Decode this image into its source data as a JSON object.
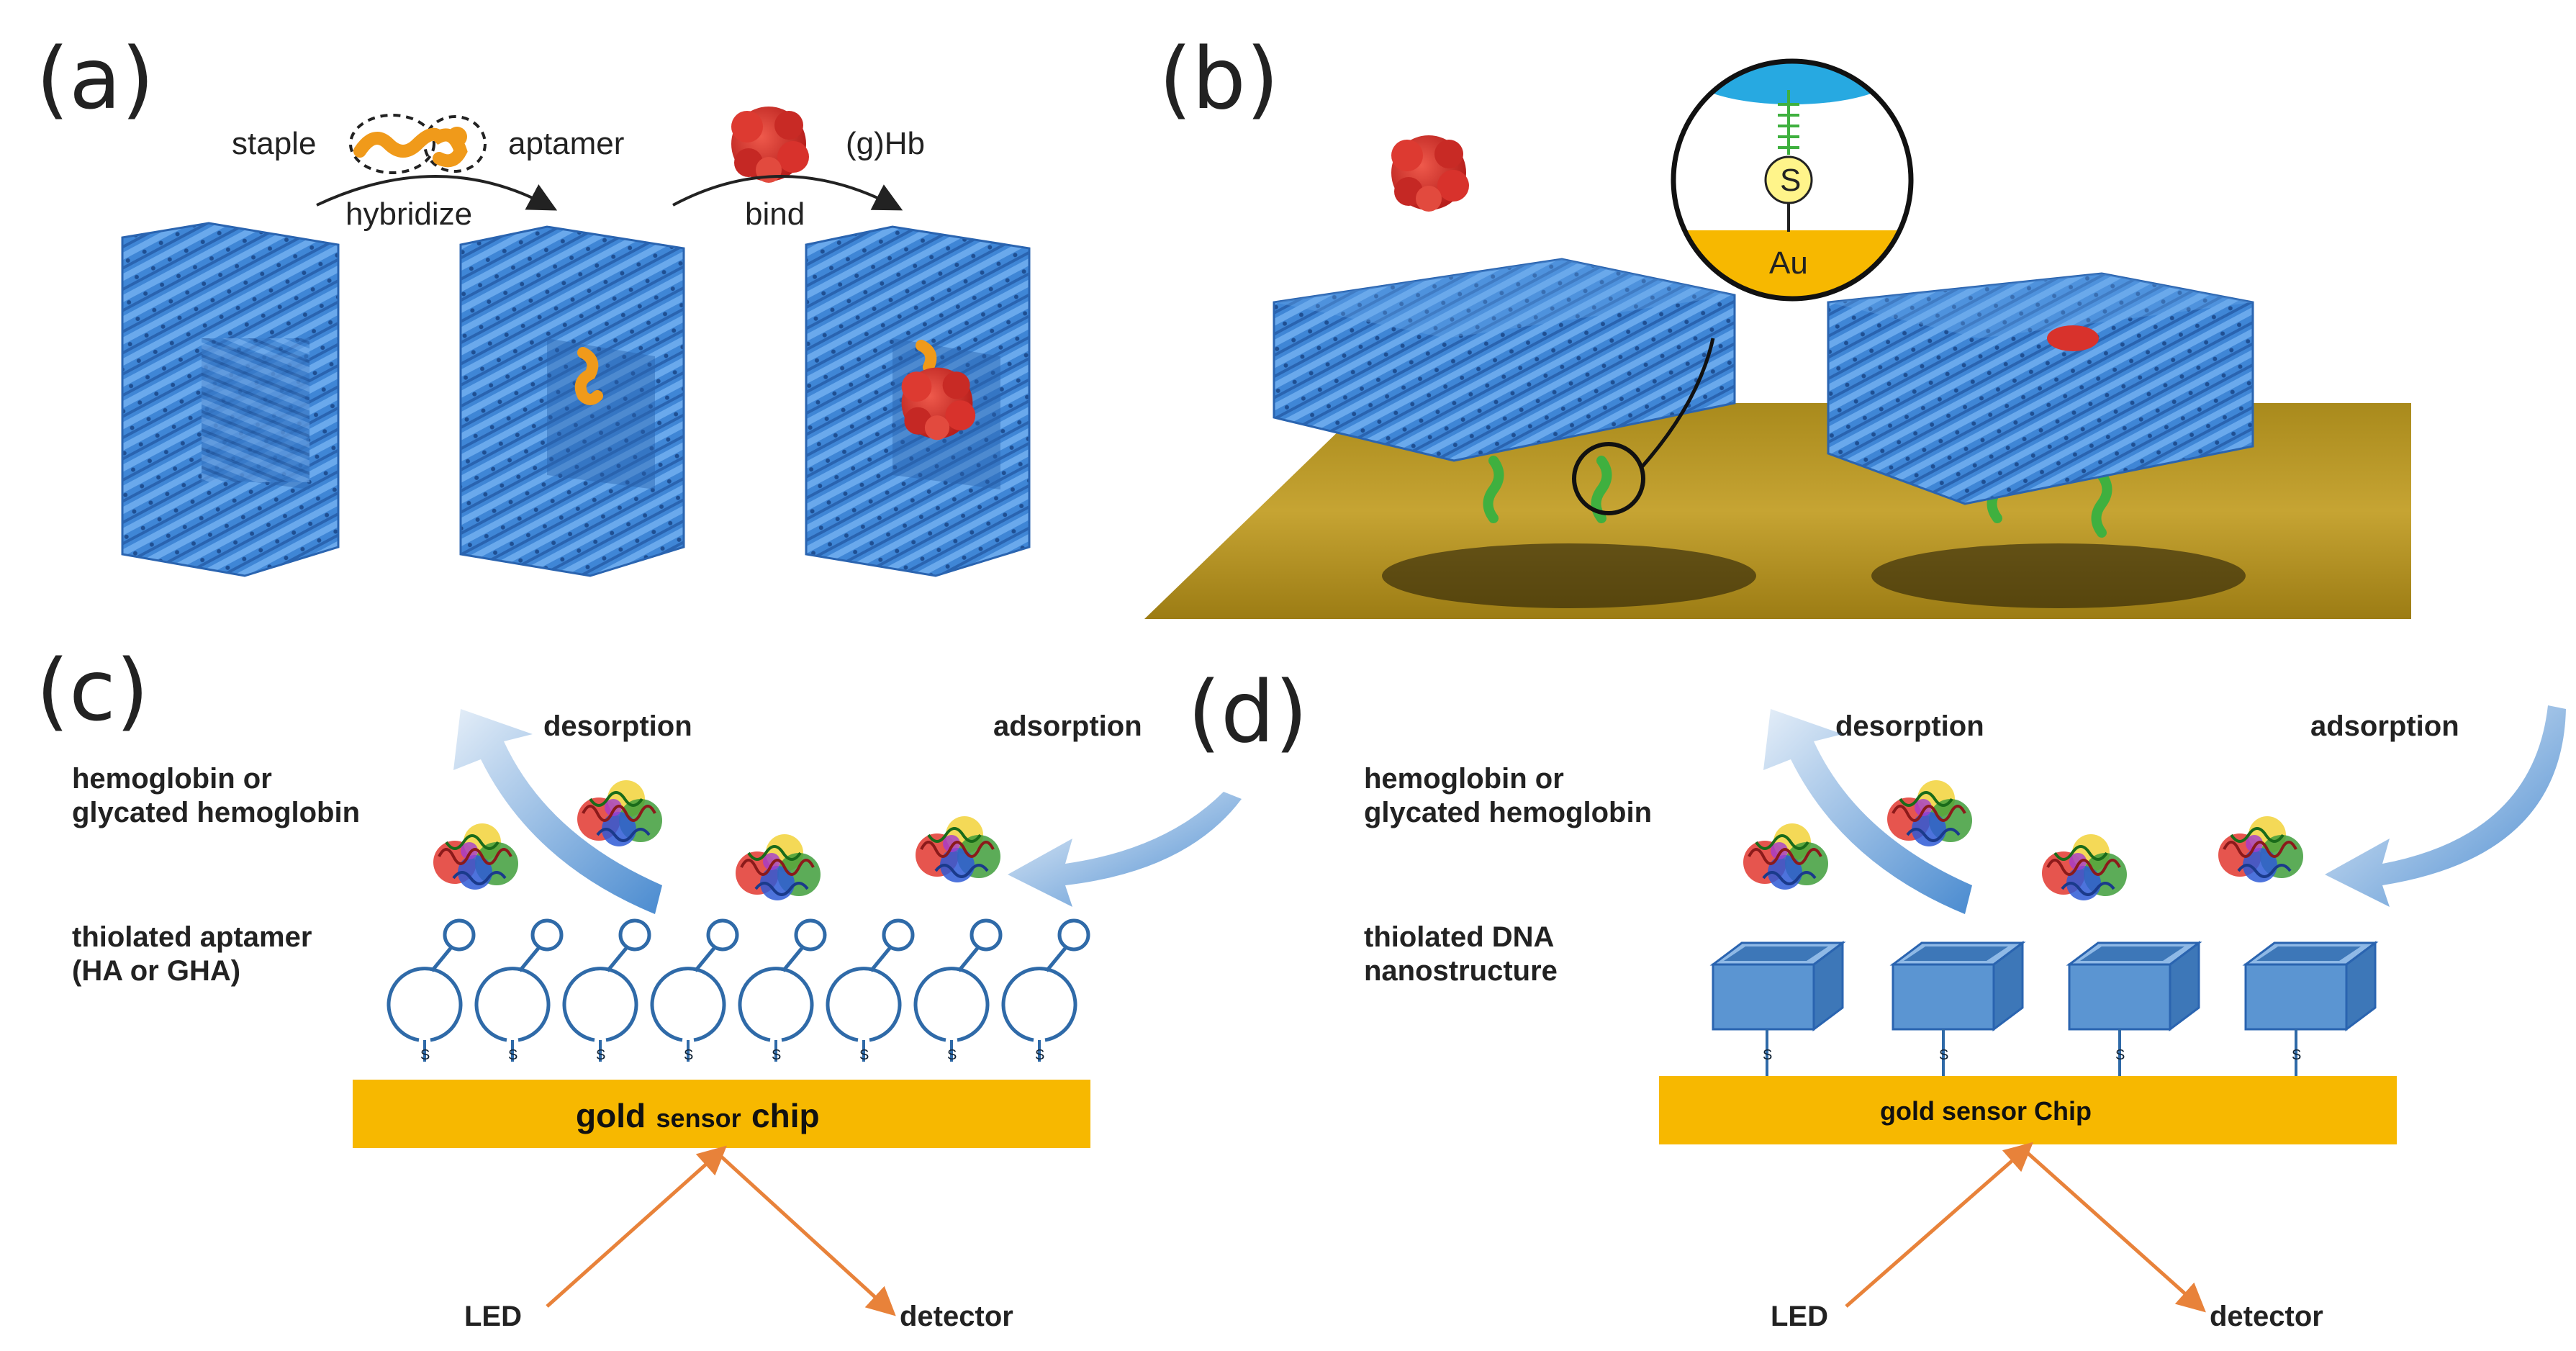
{
  "panels": {
    "a": {
      "label": "(a)",
      "staple": "staple",
      "aptamer": "aptamer",
      "hybridize": "hybridize",
      "ghb": "(g)Hb",
      "bind": "bind"
    },
    "b": {
      "label": "(b)",
      "thiol": "S",
      "gold": "Au"
    },
    "c": {
      "label": "(c)",
      "desorption": "desorption",
      "adsorption": "adsorption",
      "hemo_line1": "hemoglobin or",
      "hemo_line2": "glycated hemoglobin",
      "probe_line1": "thiolated aptamer",
      "probe_line2": "(HA or GHA)",
      "chip_a": "gold",
      "chip_b": "sensor",
      "chip_c": "chip",
      "thiol": "S",
      "led": "LED",
      "detector": "detector"
    },
    "d": {
      "label": "(d)",
      "desorption": "desorption",
      "adsorption": "adsorption",
      "hemo_line1": "hemoglobin or",
      "hemo_line2": "glycated hemoglobin",
      "probe_line1": "thiolated DNA",
      "probe_line2": "nanostructure",
      "chip_label": "gold sensor Chip",
      "thiol": "S",
      "led": "LED",
      "detector": "detector"
    }
  },
  "colors": {
    "origami_blue": "#3f86d6",
    "origami_dark": "#2a64b0",
    "hemoglobin_red": "#d8322c",
    "gold_chip": "#f7b800",
    "aptamer_blue": "#2f6aa8",
    "box_blue": "#5b95d2",
    "light_arrow": "#e8823a",
    "flow_arrow": "#4a8bd0",
    "linker_green": "#3fb03f",
    "staple_orange": "#f09a1a"
  },
  "icons": [
    "dna-origami-icon",
    "hemoglobin-icon",
    "protein-icon",
    "arrow-icon"
  ]
}
